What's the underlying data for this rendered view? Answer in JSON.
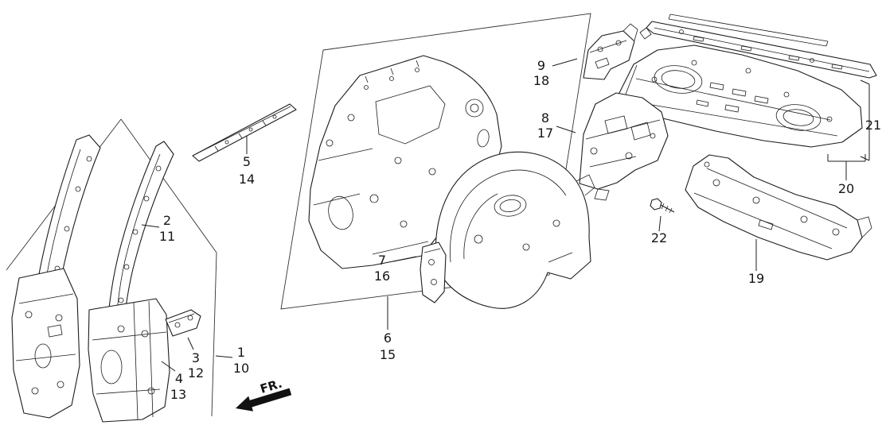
{
  "diagram": {
    "fr_label": "FR.",
    "colors": {
      "background": "#ffffff",
      "line": "#1c1c1c",
      "text": "#161616"
    },
    "callouts": {
      "c1_10": {
        "lines": [
          "1",
          "10"
        ]
      },
      "c2_11": {
        "lines": [
          "2",
          "11"
        ]
      },
      "c3_12": {
        "lines": [
          "3",
          "12"
        ]
      },
      "c4_13": {
        "lines": [
          "4",
          "13"
        ]
      },
      "c5_14": {
        "lines": [
          "5",
          "14"
        ]
      },
      "c6_15": {
        "lines": [
          "6",
          "15"
        ]
      },
      "c7_16": {
        "lines": [
          "7",
          "16"
        ]
      },
      "c8_17": {
        "lines": [
          "8",
          "17"
        ]
      },
      "c9_18": {
        "lines": [
          "9",
          "18"
        ]
      },
      "c19": {
        "lines": [
          "19"
        ]
      },
      "c20": {
        "lines": [
          "20"
        ]
      },
      "c21": {
        "lines": [
          "21"
        ]
      },
      "c22": {
        "lines": [
          "22"
        ]
      }
    }
  }
}
